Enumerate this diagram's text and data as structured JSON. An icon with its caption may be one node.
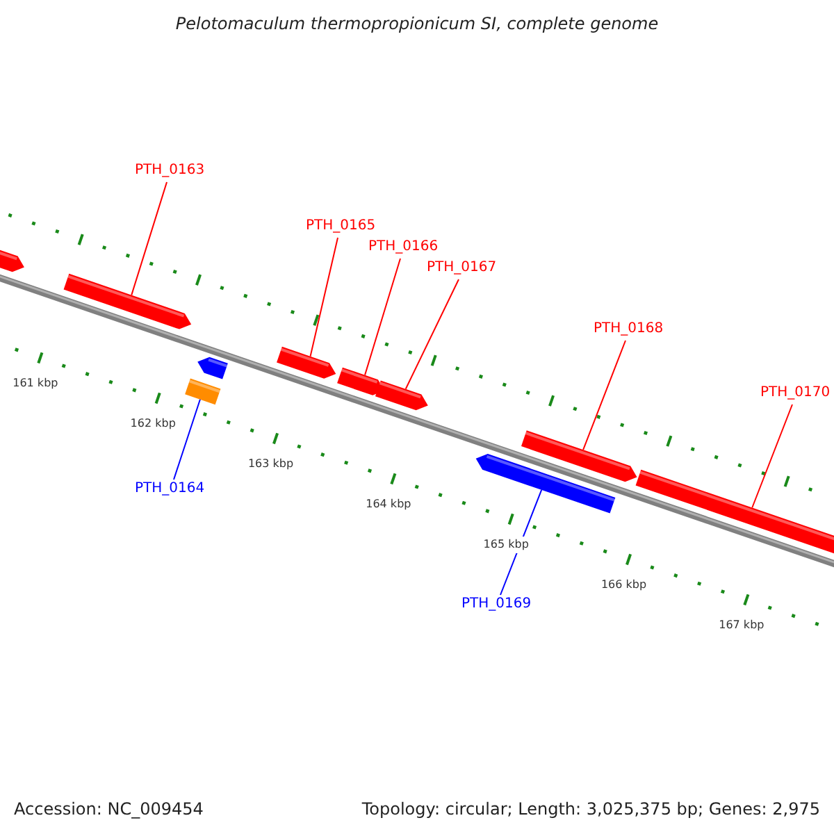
{
  "diagram": {
    "title": "Pelotomaculum thermopropionicum SI, complete genome",
    "nodes": [
      {
        "text": [
          "PTH_0163"
        ]
      },
      {
        "text": [
          "PTH_0165"
        ]
      },
      {
        "text": [
          "PTH_0166"
        ]
      },
      {
        "text": [
          "PTH_0167"
        ]
      },
      {
        "text": [
          "PTH_0168"
        ]
      },
      {
        "text": [
          "PTH_0170"
        ]
      },
      {
        "text": [
          "PTH_0164"
        ]
      },
      {
        "text": [
          "PTH_0169"
        ]
      },
      {
        "text": [],
        "shape": "arrow"
      },
      {
        "text": [],
        "shape": "arrow"
      },
      {
        "text": [],
        "shape": "box"
      },
      {
        "text": [],
        "shape": "arrow"
      },
      {
        "text": [],
        "shape": "arrow"
      },
      {
        "text": [],
        "shape": "arrow"
      },
      {
        "text": [],
        "shape": "arrow"
      },
      {
        "text": [],
        "shape": "arrow"
      },
      {
        "text": [],
        "shape": "arrow"
      },
      {
        "text": [],
        "shape": "arrow"
      }
    ],
    "edges": [
      {
        "from": 0,
        "to": 9,
        "arrow": "none"
      },
      {
        "from": 1,
        "to": 12,
        "arrow": "none"
      },
      {
        "from": 2,
        "to": 13,
        "arrow": "none"
      },
      {
        "from": 3,
        "to": 14,
        "arrow": "none"
      },
      {
        "from": 4,
        "to": 16,
        "arrow": "none"
      },
      {
        "from": 5,
        "to": 17,
        "arrow": "none"
      },
      {
        "from": 6,
        "to": 10,
        "arrow": "none",
        "color": "#0000ff"
      },
      {
        "from": 7,
        "to": 15,
        "arrow": "none",
        "color": "#0000ff"
      }
    ],
    "labels": [
      "161 kbp",
      "162 kbp",
      "163 kbp",
      "164 kbp",
      "165 kbp",
      "166 kbp",
      "167 kbp",
      "Accession: NC_009454",
      "Topology: circular; Length: 3,025,375 bp; Genes: 2,975"
    ]
  }
}
